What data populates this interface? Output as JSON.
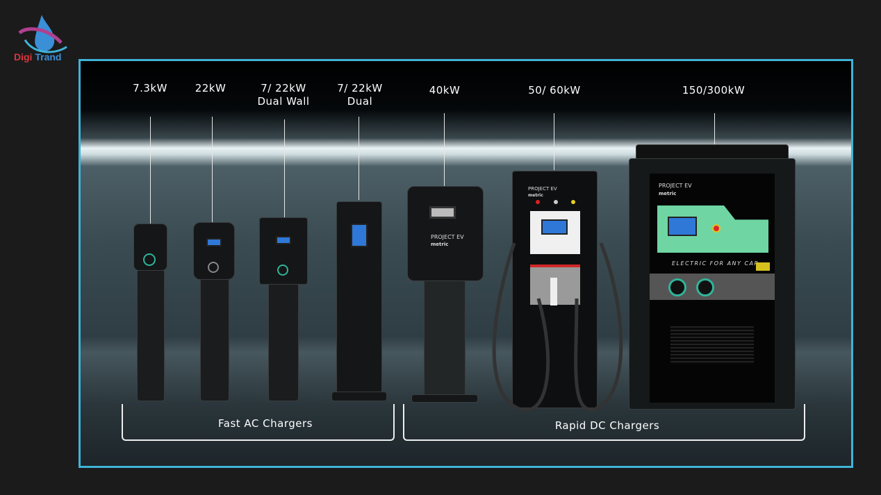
{
  "logo": {
    "text_part1": "Digi",
    "text_part2": "Trand"
  },
  "chargers": [
    {
      "power": "7.3kW",
      "subtitle": ""
    },
    {
      "power": "22kW",
      "subtitle": ""
    },
    {
      "power": "7/ 22kW",
      "subtitle": "Dual Wall"
    },
    {
      "power": "7/ 22kW",
      "subtitle": "Dual"
    },
    {
      "power": "40kW",
      "subtitle": ""
    },
    {
      "power": "50/ 60kW",
      "subtitle": ""
    },
    {
      "power": "150/300kW",
      "subtitle": ""
    }
  ],
  "groups": {
    "ac": "Fast AC Chargers",
    "dc": "Rapid DC Chargers"
  },
  "branding": {
    "project": "PROJECT EV",
    "powered": "metric",
    "slogan": "ELECTRIC FOR ANY CAR"
  },
  "colors": {
    "frame": "#3fb4d8",
    "screen": "#2f78d8",
    "panel": "#6fd6a3"
  }
}
